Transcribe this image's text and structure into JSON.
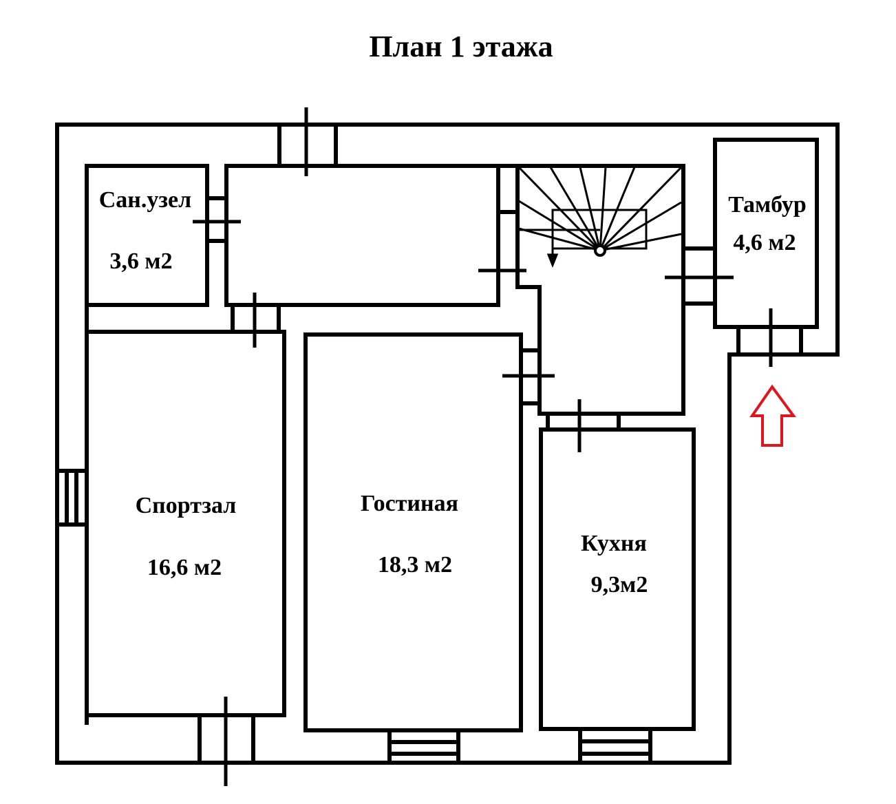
{
  "title": "План 1 этажа",
  "rooms": [
    {
      "name": "Сан.узел",
      "area": "3,6 м2"
    },
    {
      "name": "Тамбур",
      "area": "4,6 м2"
    },
    {
      "name": "Спортзал",
      "area": "16,6 м2"
    },
    {
      "name": "Гостиная",
      "area": "18,3 м2"
    },
    {
      "name": "Кухня",
      "area": "9,3м2"
    }
  ],
  "colors": {
    "line": "#000000",
    "entrance_arrow": "#e0141e"
  },
  "icons": {
    "entrance": "up-arrow-icon",
    "stairs": "spiral-stair-icon"
  }
}
